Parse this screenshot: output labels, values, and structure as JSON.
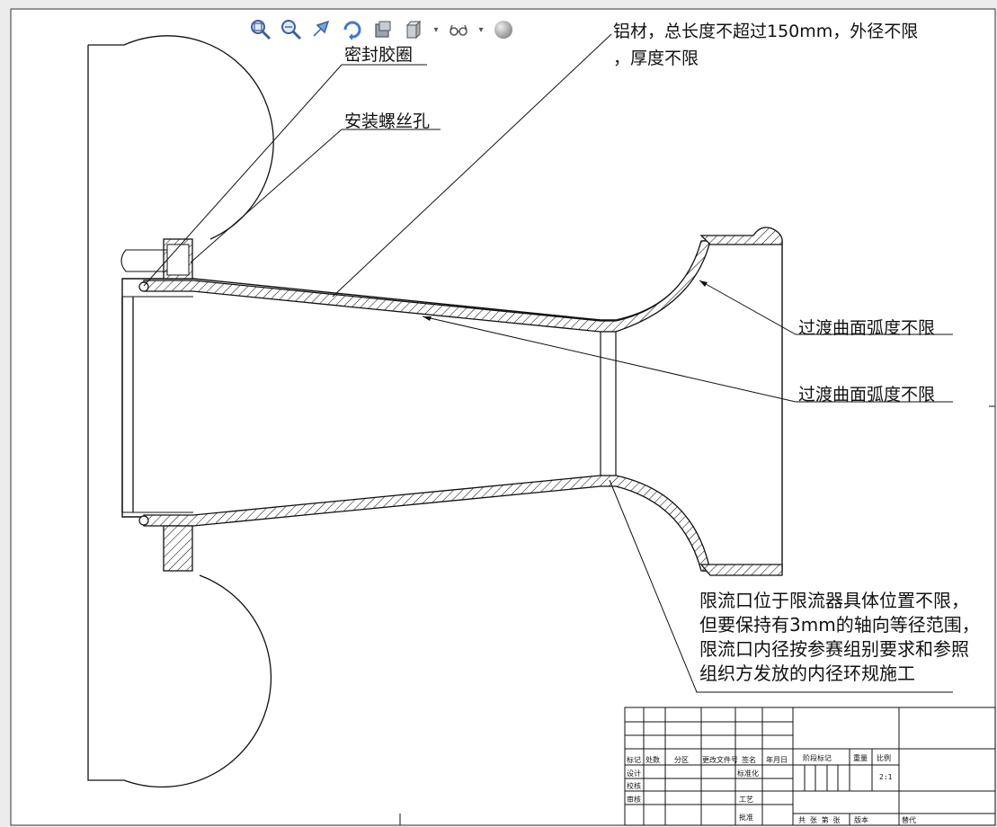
{
  "toolbar": {
    "tools": [
      {
        "name": "zoom-to-fit"
      },
      {
        "name": "zoom-to-area"
      },
      {
        "name": "previous-view"
      },
      {
        "name": "rotate-view"
      },
      {
        "name": "section-view"
      },
      {
        "name": "view-orientation"
      },
      {
        "name": "display-style"
      },
      {
        "name": "hide-show-items"
      },
      {
        "name": "appearance"
      }
    ]
  },
  "annotations": {
    "seal_ring": "密封胶圈",
    "mount_hole": "安装螺丝孔",
    "material_line1": "铝材，总长度不超过150mm，外径不限",
    "material_line2": "，厚度不限",
    "transition_1": "过渡曲面弧度不限",
    "transition_2": "过渡曲面弧度不限",
    "restrictor_line1": "限流口位于限流器具体位置不限，",
    "restrictor_line2": "但要保持有3mm的轴向等径范围，",
    "restrictor_line3": "限流口内径按参赛组别要求和参照",
    "restrictor_line4": "组织方发放的内径环规施工"
  },
  "title_block": {
    "header_row": [
      "标记",
      "处数",
      "分区",
      "更改文件号",
      "签名",
      "年月日",
      "阶段标记",
      "重量",
      "比例"
    ],
    "scale": "2:1",
    "left_rows": [
      "设计",
      "校核",
      "审核"
    ],
    "mid_rows": [
      "标准化",
      "工艺",
      "批准"
    ],
    "bottom_left": "共 张 第 张",
    "bottom_mid": "版本",
    "bottom_right": "替代"
  }
}
